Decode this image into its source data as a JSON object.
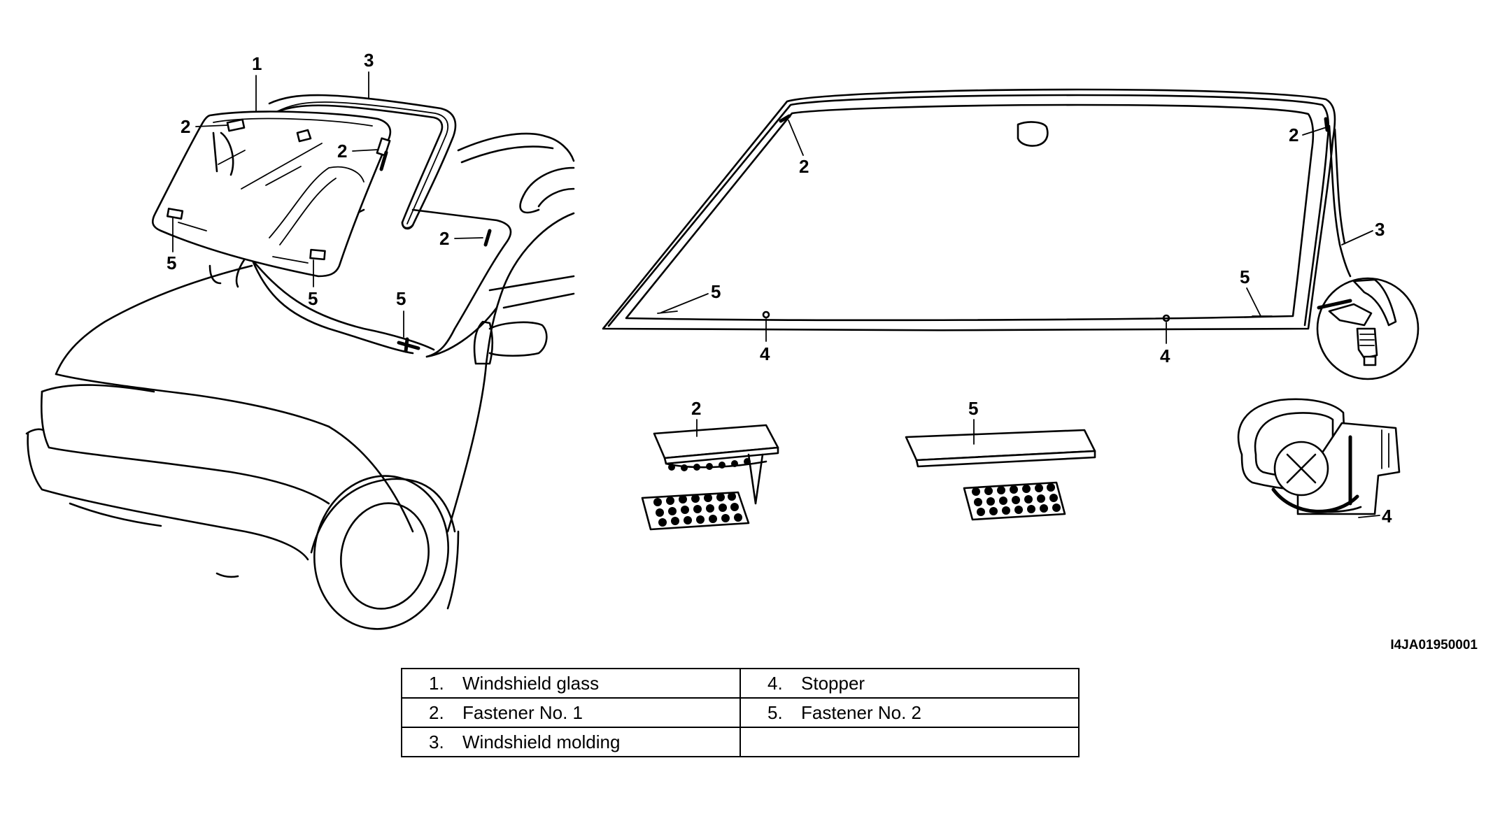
{
  "figure_id": "I4JA01950001",
  "callouts": {
    "glass": "1",
    "fastener_1": "2",
    "molding": "3",
    "stopper": "4",
    "fastener_2": "5"
  },
  "legend": [
    [
      {
        "num": "1.",
        "label": "Windshield glass"
      },
      {
        "num": "4.",
        "label": "Stopper"
      }
    ],
    [
      {
        "num": "2.",
        "label": "Fastener No. 1"
      },
      {
        "num": "5.",
        "label": "Fastener No. 2"
      }
    ],
    [
      {
        "num": "3.",
        "label": "Windshield molding"
      },
      {
        "num": "",
        "label": ""
      }
    ]
  ]
}
